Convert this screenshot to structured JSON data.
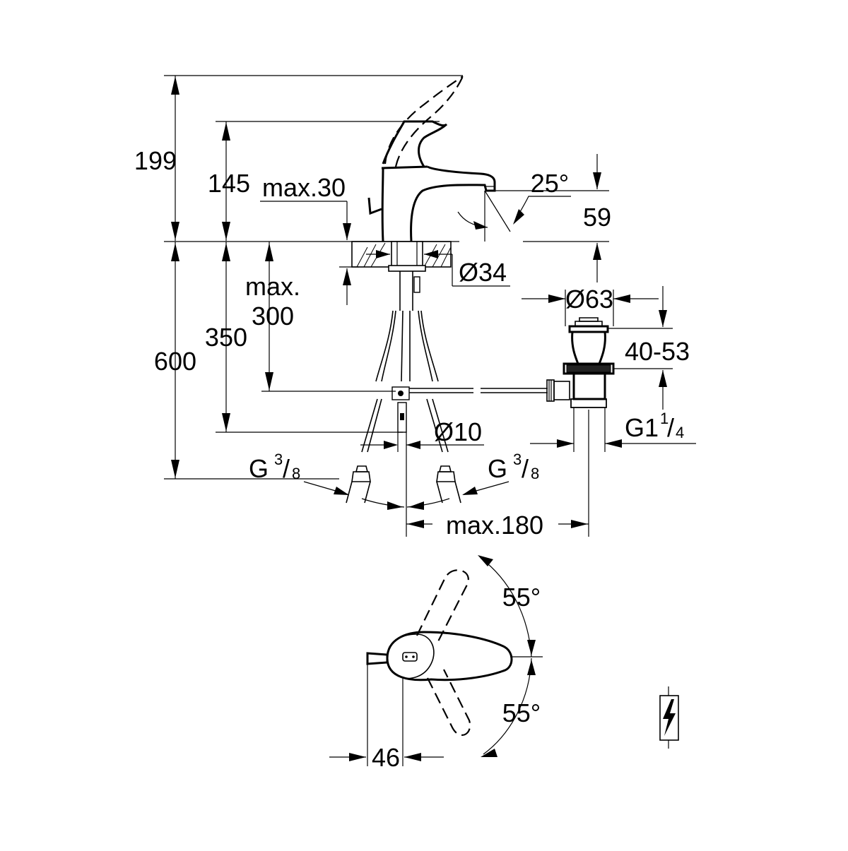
{
  "labels": {
    "h199": "199",
    "h145": "145",
    "max30": "max.30",
    "angle25": "25°",
    "h59": "59",
    "dia34": "Ø34",
    "max300a": "max.",
    "max300b": "300",
    "h350": "350",
    "h600": "600",
    "dia63": "Ø63",
    "r4053": "40-53",
    "g114": "G1",
    "g114_frac_top": "1",
    "g114_frac_bot": "4",
    "dia10": "Ø10",
    "g38_left": "G",
    "g38_left_top": "3",
    "g38_left_bot": "8",
    "g38_right": "G",
    "g38_right_top": "3",
    "g38_right_bot": "8",
    "max180": "max.180",
    "angle55_top": "55°",
    "angle55_bottom": "55°",
    "w46": "46"
  },
  "icons": {
    "electrical": "lightning-bolt-icon"
  }
}
